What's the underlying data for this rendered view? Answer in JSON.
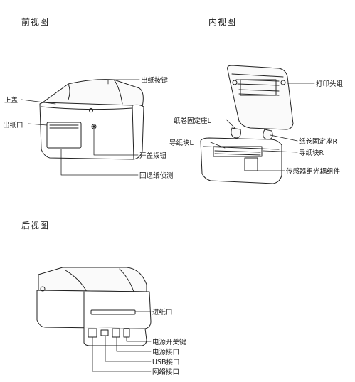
{
  "headers": {
    "front": "前视图",
    "inner": "内视图",
    "rear": "后视图"
  },
  "front_labels": {
    "feed_button": "出纸按键",
    "top_cover": "上盖",
    "paper_exit": "出纸口",
    "cover_release": "开盖拨钮",
    "backfeed_sensor": "回退纸侦测"
  },
  "inner_labels": {
    "print_head": "打印头组",
    "roll_holder_l": "纸卷固定座L",
    "guide_l": "导纸块L",
    "roll_holder_r": "纸卷固定座R",
    "guide_r": "导纸块R",
    "sensor_assembly": "传感器组光耦组件"
  },
  "rear_labels": {
    "paper_entry": "进纸口",
    "power_switch": "电源开关键",
    "power_port": "电源接口",
    "usb_port": "USB接口",
    "network_port": "网络接口"
  }
}
